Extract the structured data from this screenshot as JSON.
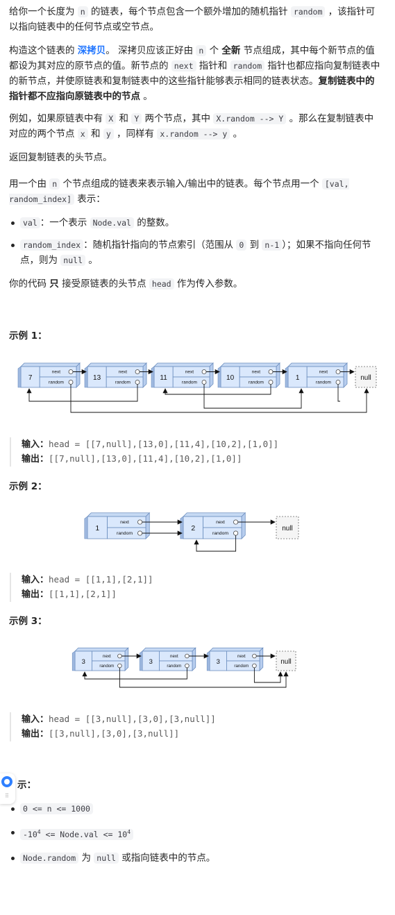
{
  "p1": {
    "a": "给你一个长度为 ",
    "c1": "n",
    "b": " 的链表，每个节点包含一个额外增加的随机指针 ",
    "c2": "random",
    "c": " ，该指针可以指向链表中的任何节点或空节点。"
  },
  "p2": {
    "a": "构造这个链表的 ",
    "link": "深拷贝",
    "b": "。 深拷贝应该正好由 ",
    "c1": "n",
    "c": " 个 ",
    "bold1": "全新",
    "d": " 节点组成，其中每个新节点的值都设为其对应的原节点的值。新节点的 ",
    "c2": "next",
    "e": " 指针和 ",
    "c3": "random",
    "f": " 指针也都应指向复制链表中的新节点，并使原链表和复制链表中的这些指针能够表示相同的链表状态。",
    "bold2": "复制链表中的指针都不应指向原链表中的节点",
    "g": " 。"
  },
  "p3": {
    "a": "例如，如果原链表中有 ",
    "c1": "X",
    "b": " 和 ",
    "c2": "Y",
    "c": " 两个节点，其中 ",
    "c3": "X.random --> Y",
    "d": " 。那么在复制链表中对应的两个节点 ",
    "c4": "x",
    "e": " 和 ",
    "c5": "y",
    "f": " ，同样有 ",
    "c6": "x.random --> y",
    "g": " 。"
  },
  "p4": "返回复制链表的头节点。",
  "p5": {
    "a": "用一个由 ",
    "c1": "n",
    "b": " 个节点组成的链表来表示输入/输出中的链表。每个节点用一个 ",
    "c2": "[val, random_index]",
    "c": " 表示："
  },
  "list1": [
    {
      "code": "val",
      "text": "：一个表示 ",
      "code2": "Node.val",
      "text2": " 的整数。"
    },
    {
      "code": "random_index",
      "text": "：随机指针指向的节点索引（范围从 ",
      "c0": "0",
      "to": " 到 ",
      "cn": "n-1",
      "text2": "）；如果不指向任何节点，则为 ",
      "code2": "null",
      "text3": " 。"
    }
  ],
  "p6": {
    "a": "你的代码 ",
    "bold": "只",
    "b": " 接受原链表的头节点 ",
    "c1": "head",
    "c": " 作为传入参数。"
  },
  "examples": [
    {
      "title": "示例 1：",
      "input_label": "输入：",
      "input": "head = [[7,null],[13,0],[11,4],[10,2],[1,0]]",
      "output_label": "输出：",
      "output": "[[7,null],[13,0],[11,4],[10,2],[1,0]]"
    },
    {
      "title": "示例 2：",
      "input_label": "输入：",
      "input": "head = [[1,1],[2,1]]",
      "output_label": "输出：",
      "output": "[[1,1],[2,1]]"
    },
    {
      "title": "示例 3：",
      "input_label": "输入：",
      "input": "head = [[3,null],[3,0],[3,null]]",
      "output_label": "输出：",
      "output": "[[3,null],[3,0],[3,null]]"
    }
  ],
  "diagram": {
    "next": "next",
    "random": "random",
    "null": "null",
    "ex1_vals": [
      "7",
      "13",
      "11",
      "10",
      "1"
    ],
    "ex2_vals": [
      "1",
      "2"
    ],
    "ex3_vals": [
      "3",
      "3",
      "3"
    ]
  },
  "hints_title": "提示：",
  "hints_partial": "示：",
  "hints": [
    {
      "code": "0 <= n <= 1000"
    },
    {
      "code_a": "-10",
      "sup1": "4",
      "code_b": " <= Node.val <= 10",
      "sup2": "4"
    },
    {
      "code": "Node.random",
      "text": " 为 ",
      "code2": "null",
      "text2": " 或指向链表中的节点。"
    }
  ],
  "colors": {
    "link": "#2176ff",
    "node_fill": "#dae8fc",
    "node_stroke": "#6c8ebf"
  }
}
